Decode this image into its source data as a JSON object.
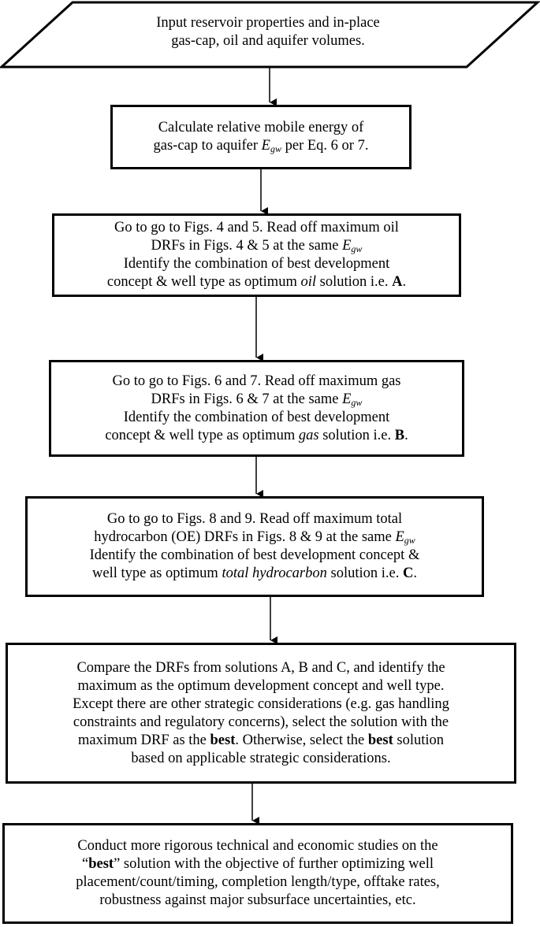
{
  "flowchart": {
    "input": {
      "lines": [
        [
          {
            "t": "Input reservoir properties and in-place"
          }
        ],
        [
          {
            "t": "gas-cap, oil and aquifer volumes."
          }
        ]
      ]
    },
    "step1": {
      "lines": [
        [
          {
            "t": "Calculate relative mobile energy of"
          }
        ],
        [
          {
            "t": "gas-cap to aquifer "
          },
          {
            "egw": true
          },
          {
            "t": " per Eq. 6 or 7."
          }
        ]
      ]
    },
    "step2": {
      "lines": [
        [
          {
            "t": "Go to go to Figs. 4 and 5. Read off maximum oil"
          }
        ],
        [
          {
            "t": "DRFs in Figs. 4 & 5 at the same "
          },
          {
            "egw": true
          }
        ],
        [
          {
            "t": "Identify the combination of best development"
          }
        ],
        [
          {
            "t": "concept & well type as optimum "
          },
          {
            "t": "oil",
            "i": true
          },
          {
            "t": " solution i.e. "
          },
          {
            "t": "A",
            "b": true
          },
          {
            "t": "."
          }
        ]
      ]
    },
    "step3": {
      "lines": [
        [
          {
            "t": "Go to go to Figs. 6 and 7. Read off maximum gas"
          }
        ],
        [
          {
            "t": "DRFs in Figs. 6 & 7 at the same "
          },
          {
            "egw": true
          }
        ],
        [
          {
            "t": "Identify the combination of best development"
          }
        ],
        [
          {
            "t": "concept & well type as optimum "
          },
          {
            "t": "gas",
            "i": true
          },
          {
            "t": " solution i.e. "
          },
          {
            "t": "B",
            "b": true
          },
          {
            "t": "."
          }
        ]
      ]
    },
    "step4": {
      "lines": [
        [
          {
            "t": "Go to go to Figs. 8 and 9. Read off maximum total"
          }
        ],
        [
          {
            "t": "hydrocarbon (OE) DRFs in Figs. 8 & 9 at the same "
          },
          {
            "egw": true
          }
        ],
        [
          {
            "t": "Identify the combination of best development concept &"
          }
        ],
        [
          {
            "t": "well type as optimum "
          },
          {
            "t": "total hydrocarbon",
            "i": true
          },
          {
            "t": " solution i.e. "
          },
          {
            "t": "C",
            "b": true
          },
          {
            "t": "."
          }
        ]
      ]
    },
    "step5": {
      "lines": [
        [
          {
            "t": "Compare the DRFs from solutions A, B and C, and identify the"
          }
        ],
        [
          {
            "t": "maximum as the optimum development concept and well type."
          }
        ],
        [
          {
            "t": "Except there are other strategic considerations (e.g. gas handling"
          }
        ],
        [
          {
            "t": "constraints and regulatory concerns), select the solution with the"
          }
        ],
        [
          {
            "t": "maximum DRF as the "
          },
          {
            "t": "best",
            "b": true
          },
          {
            "t": ". Otherwise, select the "
          },
          {
            "t": "best",
            "b": true
          },
          {
            "t": " solution"
          }
        ],
        [
          {
            "t": "based on applicable strategic considerations."
          }
        ]
      ]
    },
    "step6": {
      "lines": [
        [
          {
            "t": "Conduct more rigorous technical and economic studies on the"
          }
        ],
        [
          {
            "t": "“"
          },
          {
            "t": "best",
            "b": true
          },
          {
            "t": "” solution with the objective of further optimizing well"
          }
        ],
        [
          {
            "t": "placement/count/timing, completion length/type, offtake rates,"
          }
        ],
        [
          {
            "t": "robustness against major subsurface uncertainties, etc."
          }
        ]
      ]
    }
  }
}
